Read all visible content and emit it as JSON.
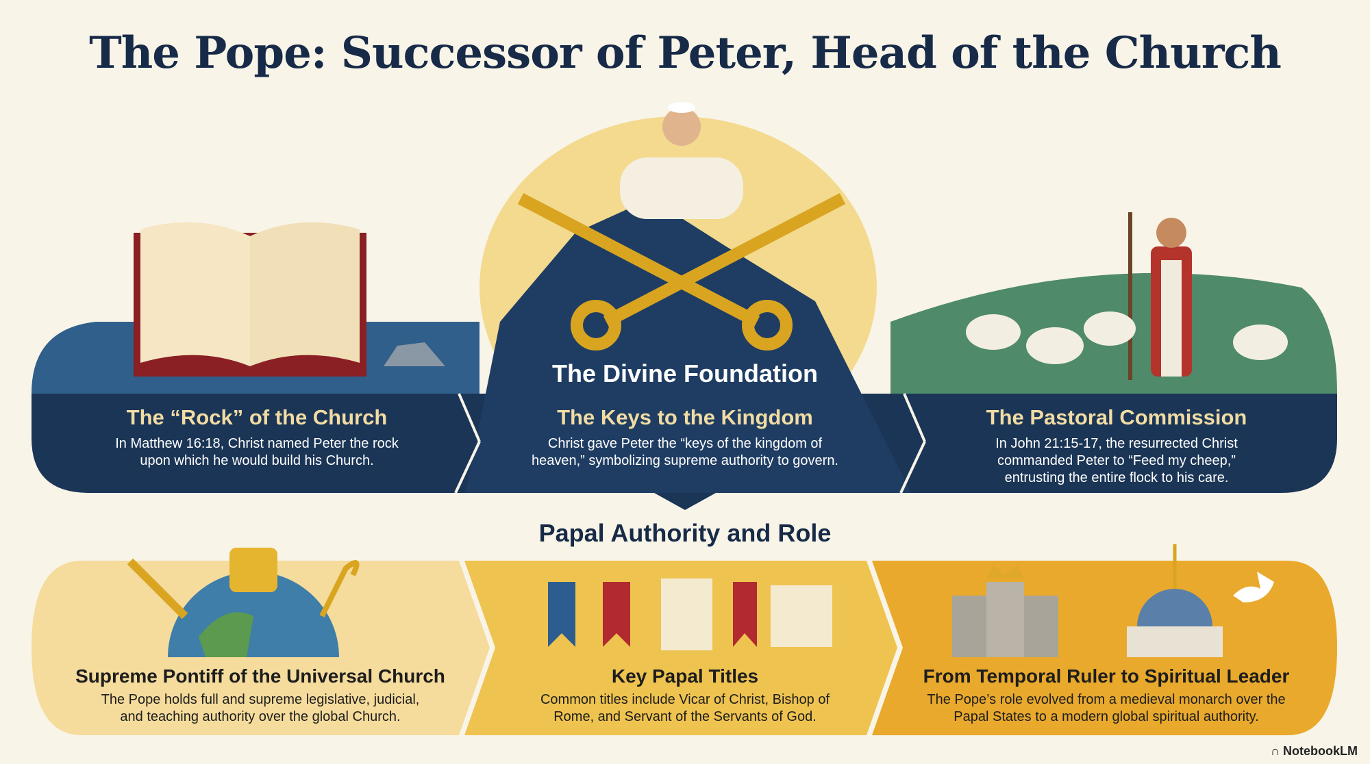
{
  "title": "The Pope: Successor of Peter, Head of the Church",
  "top_section": {
    "center_label": "The Divine Foundation",
    "panels": [
      {
        "heading": "The “Rock” of the Church",
        "body": "In Matthew 16:18, Christ named Peter the rock upon which he would build his Church."
      },
      {
        "heading": "The Keys to the Kingdom",
        "body": "Christ gave Peter the “keys of the kingdom of heaven,” symbolizing supreme authority to govern."
      },
      {
        "heading": "The Pastoral Commission",
        "body": "In John 21:15-17, the resurrected Christ commanded Peter to “Feed my cheep,” entrusting the entire flock to his care."
      }
    ]
  },
  "bottom_section": {
    "label": "Papal Authority and Role",
    "panels": [
      {
        "heading": "Supreme Pontiff of the Universal Church",
        "body": "The Pope holds full and supreme legislative, judicial, and teaching authority over the global Church."
      },
      {
        "heading": "Key Papal Titles",
        "body": "Common titles include Vicar of Christ, Bishop of Rome, and Servant of the Servants of God."
      },
      {
        "heading": "From Temporal Ruler to Spiritual Leader",
        "body": "The Pope’s role evolved from a medieval monarch over the Papal States to a modern global spiritual authority."
      }
    ]
  },
  "brand": "NotebookLM",
  "colors": {
    "navy": "#1b3556",
    "gold": "#e9a92c",
    "cream": "#f1dca3"
  }
}
